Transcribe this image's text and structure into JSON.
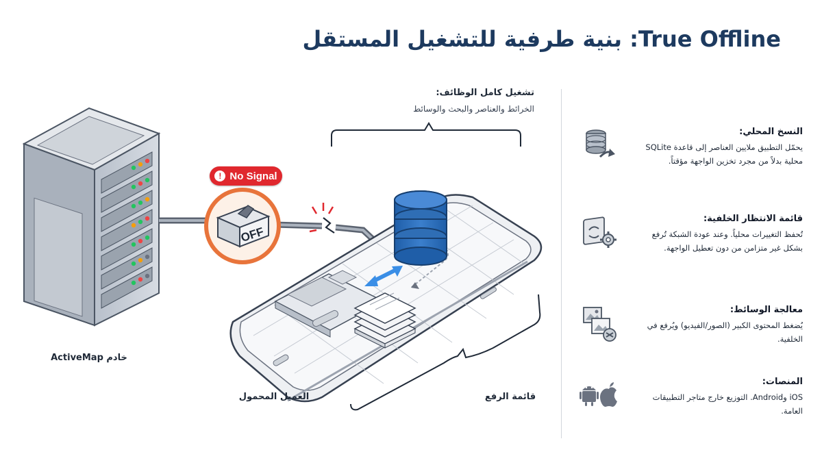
{
  "title": "True Offline: بنية طرفية للتشغيل المستقل",
  "diagram": {
    "top_label_title": "تشغيل كامل الوظائف:",
    "top_label_sub": "الخرائط والعناصر والبحث والوسائط",
    "no_signal": "No Signal",
    "switch_text": "OFF",
    "server_label": "خادم ActiveMap",
    "client_label": "العميل المحمول",
    "queue_label": "قائمة الرفع"
  },
  "features": [
    {
      "heading": "النسخ المحلي:",
      "desc": "يحمّل التطبيق ملايين العناصر إلى قاعدة SQLite محلية بدلاً من مجرد تخزين الواجهة مؤقتاً.",
      "icon": "database-sync-icon"
    },
    {
      "heading": "قائمة الانتظار الخلفية:",
      "desc": "تُحفظ التغييرات محلياً. وعند عودة الشبكة تُرفع بشكل غير متزامن من دون تعطيل الواجهة.",
      "icon": "background-queue-gear-icon"
    },
    {
      "heading": "معالجة الوسائط:",
      "desc": "يُضغط المحتوى الكبير (الصور/الفيديو) ويُرفع في الخلفية.",
      "icon": "media-compress-icon"
    },
    {
      "heading": "المنصات:",
      "desc": "iOS وAndroid. التوزيع خارج متاجر التطبيقات العامة.",
      "icon": "android-apple-icon"
    }
  ],
  "colors": {
    "title": "#1d3a5f",
    "accent_red": "#e0282e",
    "switch_orange": "#e8743b",
    "db_blue": "#2f6eb5",
    "arrow_blue": "#3a8ee6"
  }
}
